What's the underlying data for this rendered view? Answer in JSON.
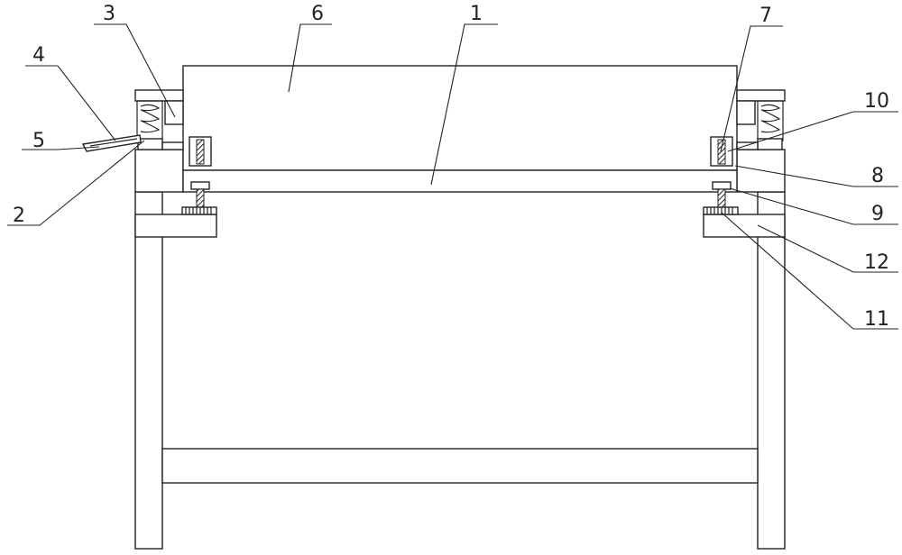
{
  "callouts": [
    {
      "id": "c1",
      "number": "1"
    },
    {
      "id": "c2",
      "number": "2"
    },
    {
      "id": "c3",
      "number": "3"
    },
    {
      "id": "c4",
      "number": "4"
    },
    {
      "id": "c5",
      "number": "5"
    },
    {
      "id": "c6",
      "number": "6"
    },
    {
      "id": "c7",
      "number": "7"
    },
    {
      "id": "c8",
      "number": "8"
    },
    {
      "id": "c9",
      "number": "9"
    },
    {
      "id": "c10",
      "number": "10"
    },
    {
      "id": "c11",
      "number": "11"
    },
    {
      "id": "c12",
      "number": "12"
    }
  ]
}
